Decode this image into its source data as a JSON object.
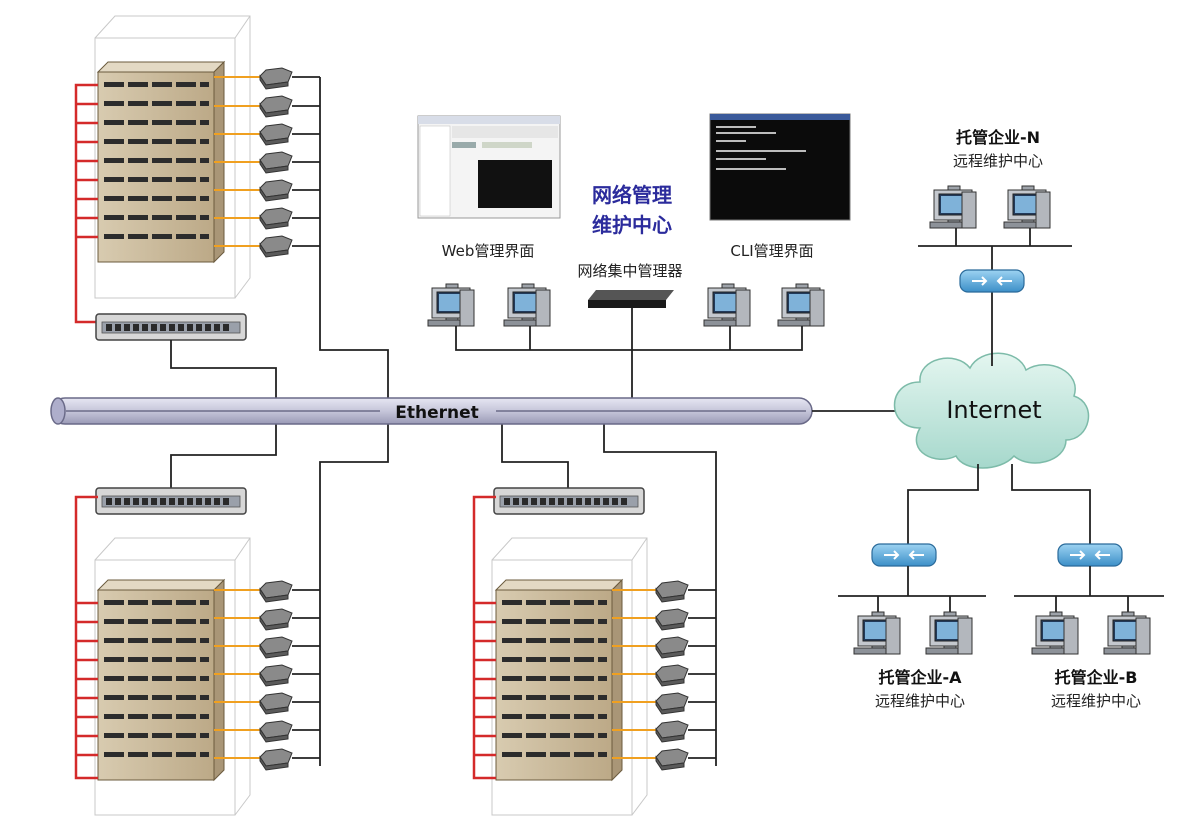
{
  "labels": {
    "ethernet": "Ethernet",
    "internet": "Internet",
    "nms_title_line1": "网络管理",
    "nms_title_line2": "维护中心",
    "web_ui": "Web管理界面",
    "cli_ui": "CLI管理界面",
    "central_manager": "网络集中管理器"
  },
  "tenants": [
    {
      "name": "托管企业-N",
      "sub": "远程维护中心"
    },
    {
      "name": "托管企业-A",
      "sub": "远程维护中心"
    },
    {
      "name": "托管企业-B",
      "sub": "远程维护中心"
    }
  ],
  "colors": {
    "bus_fill": "#c9c9dd",
    "bus_stroke": "#6a6a88",
    "red_link": "#d42a2a",
    "orange_link": "#f0a020",
    "cloud": "#bfe6dc",
    "switch": "#5aa9dc",
    "nms_title": "#2b2b9c",
    "rack": "#c8b89a"
  },
  "icons": [
    "server-rack-icon",
    "modem-icon",
    "console-server-icon",
    "pc-workstation-icon",
    "router-switch-icon",
    "cloud-icon",
    "ethernet-bus-icon",
    "central-manager-device-icon",
    "web-ui-screenshot-icon",
    "cli-terminal-screenshot-icon"
  ]
}
